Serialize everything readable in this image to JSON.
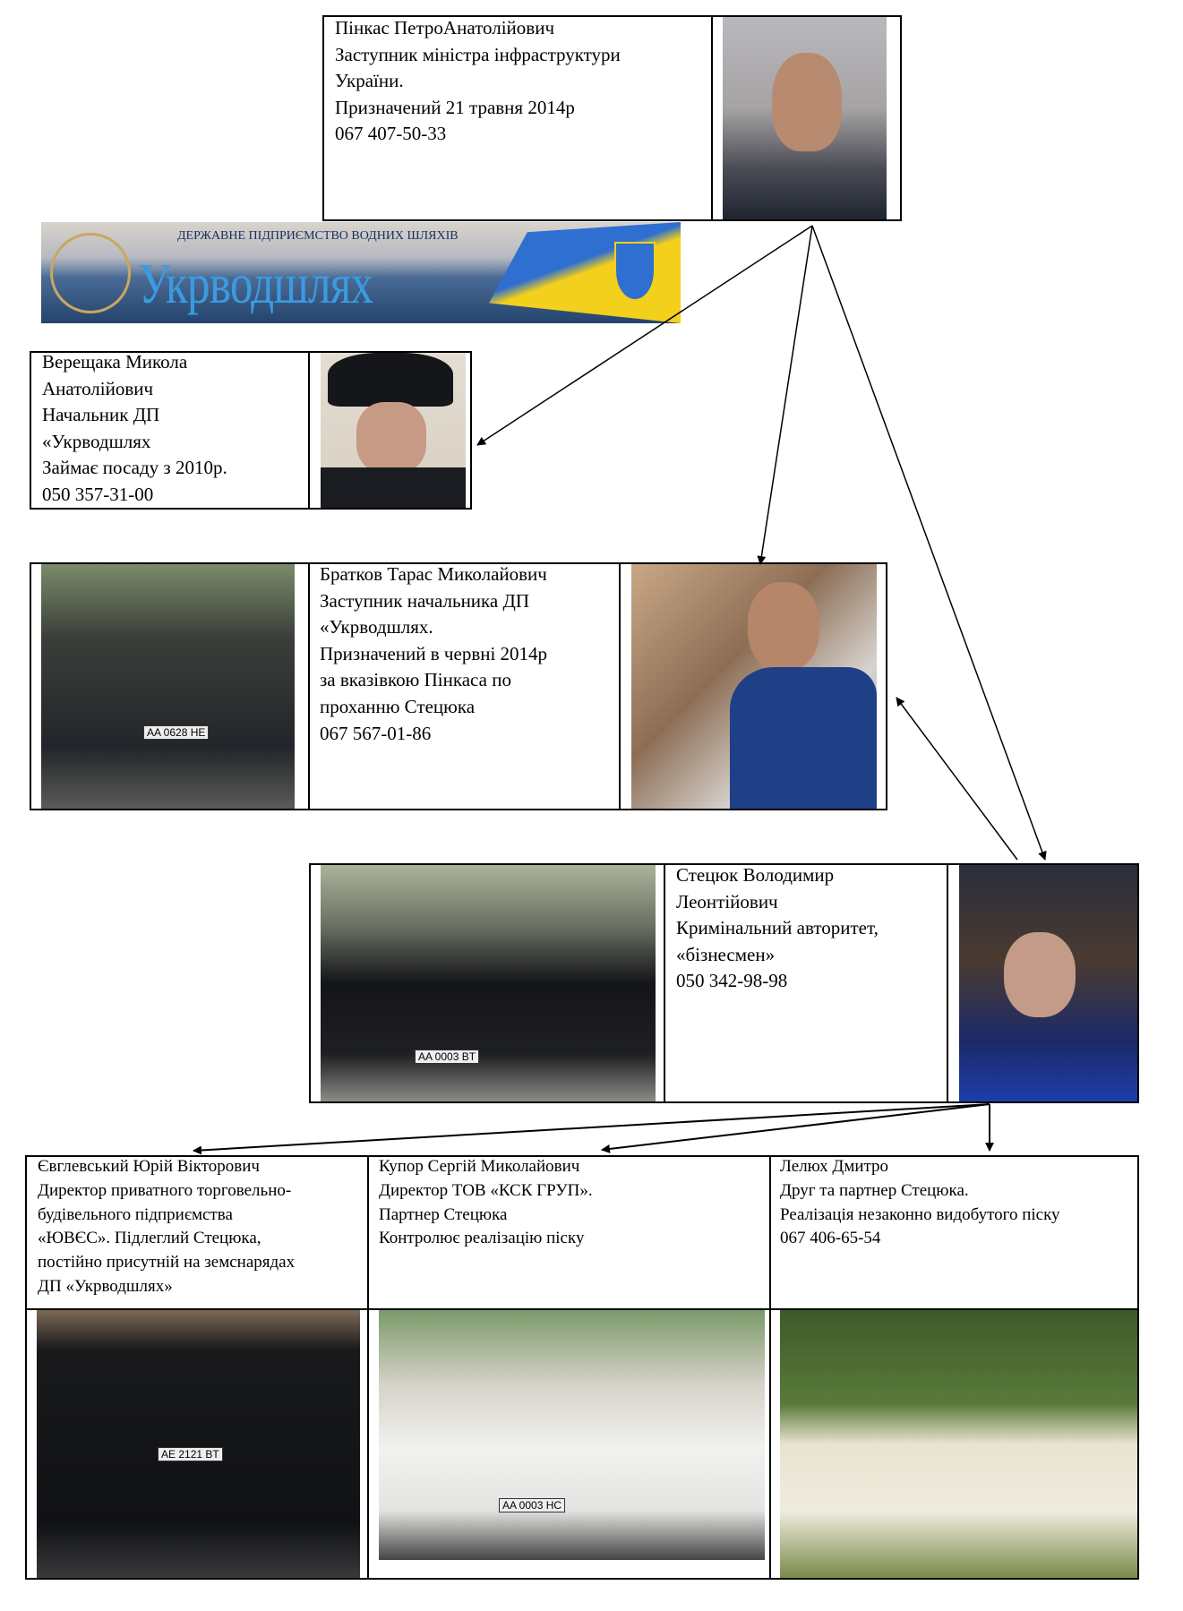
{
  "pinkas": {
    "lines": [
      "Пінкас ПетроАнатолійович",
      "Заступник міністра інфраструктури",
      "України.",
      "Призначений 21 травня 2014р",
      "067 407-50-33"
    ]
  },
  "logo": {
    "subtitle": "ДЕРЖАВНЕ ПІДПРИЄМСТВО ВОДНИХ ШЛЯХІВ",
    "title": "Укрводшлях"
  },
  "vereshchaka": {
    "lines": [
      "Верещака Микола",
      "Анатолійович",
      "Начальник ДП",
      "«Укрводшлях",
      "Займає посаду з 2010р.",
      "050 357-31-00"
    ]
  },
  "bratkov": {
    "lines": [
      "Братков Тарас Миколайович",
      "Заступник начальника ДП",
      "«Укрводшлях.",
      "Призначений в червні 2014р",
      "за вказівкою Пінкаса по",
      "проханню Стецюка",
      "067 567-01-86"
    ],
    "plate": "AA 0628 HE"
  },
  "stetsyuk": {
    "lines": [
      "Стецюк Володимир",
      "Леонтійович",
      "Кримінальний авторитет,",
      "«бізнесмен»",
      "050 342-98-98"
    ],
    "plate": "AA 0003 BT"
  },
  "bottom": [
    {
      "lines": [
        "Євглевський Юрій Вікторович",
        "Директор приватного торговельно-",
        "будівельного підприємства",
        "«ЮВЄС». Підлеглий Стецюка,",
        "постійно присутній на земснарядах",
        "ДП «Укрводшлях»"
      ],
      "plate": "AE 2121 BT"
    },
    {
      "lines": [
        "Купор Сергій Миколайович",
        "Директор ТОВ «КСК ГРУП».",
        "Партнер Стецюка",
        "Контролює реалізацію піску"
      ],
      "plate": "AA 0003 HC"
    },
    {
      "lines": [
        "Лелюх Дмитро",
        "Друг та партнер Стецюка.",
        "Реалізація незаконно видобутого піску",
        "067 406-65-54"
      ]
    }
  ]
}
